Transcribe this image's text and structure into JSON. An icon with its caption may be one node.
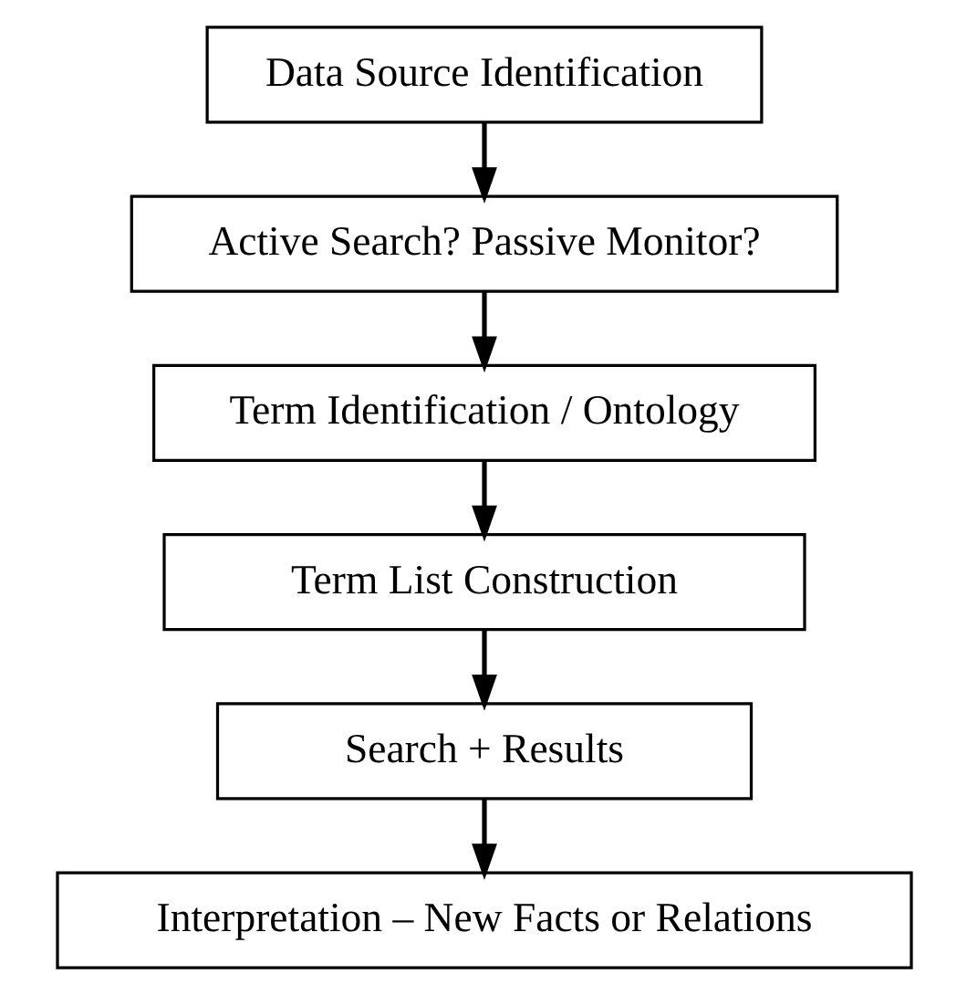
{
  "diagram": {
    "nodes": [
      {
        "text": [
          "Data Source Identification"
        ]
      },
      {
        "text": [
          "Active Search? Passive Monitor?"
        ]
      },
      {
        "text": [
          "Term Identification / Ontology"
        ]
      },
      {
        "text": [
          "Term List Construction"
        ]
      },
      {
        "text": [
          "Search + Results"
        ]
      },
      {
        "text": [
          "Interpretation – New Facts or Relations"
        ]
      }
    ],
    "edges": [
      {
        "from": 0,
        "to": 1,
        "arrow": "to"
      },
      {
        "from": 1,
        "to": 2,
        "arrow": "to"
      },
      {
        "from": 2,
        "to": 3,
        "arrow": "to"
      },
      {
        "from": 3,
        "to": 4,
        "arrow": "to"
      },
      {
        "from": 4,
        "to": 5,
        "arrow": "to"
      }
    ]
  }
}
